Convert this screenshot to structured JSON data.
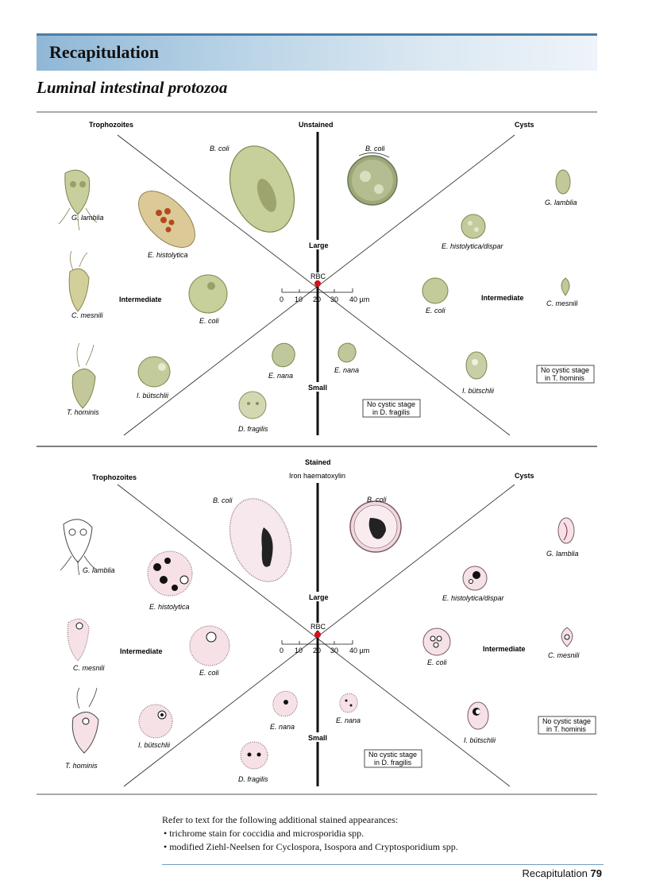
{
  "header": {
    "title": "Recapitulation",
    "subtitle": "Luminal intestinal protozoa"
  },
  "panels": [
    {
      "id": "unstained",
      "title": "Unstained",
      "subtitle": "",
      "labels": {
        "trophozoites": "Trophozoites",
        "cysts": "Cysts",
        "intermediate_left": "Intermediate",
        "intermediate_right": "Intermediate",
        "large": "Large",
        "small": "Small",
        "rbc": "RBC",
        "scale_ticks": [
          "0",
          "10",
          "20",
          "30",
          "40 µm"
        ]
      },
      "organisms": [
        {
          "label": "B. coli",
          "side": "troph"
        },
        {
          "label": "G. lamblia",
          "side": "troph"
        },
        {
          "label": "E. histolytica",
          "side": "troph"
        },
        {
          "label": "C. mesnili",
          "side": "troph"
        },
        {
          "label": "E. coli",
          "side": "troph"
        },
        {
          "label": "I. bütschlii",
          "side": "troph"
        },
        {
          "label": "T. hominis",
          "side": "troph"
        },
        {
          "label": "E. nana",
          "side": "troph"
        },
        {
          "label": "D. fragilis",
          "side": "troph"
        },
        {
          "label": "B. coli",
          "side": "cyst"
        },
        {
          "label": "G. lamblia",
          "side": "cyst"
        },
        {
          "label": "E. histolytica/dispar",
          "side": "cyst"
        },
        {
          "label": "E. coli",
          "side": "cyst"
        },
        {
          "label": "C. mesnili",
          "side": "cyst"
        },
        {
          "label": "E. nana",
          "side": "cyst"
        },
        {
          "label": "I. bütschlii",
          "side": "cyst"
        }
      ],
      "boxes": [
        {
          "line1": "No cystic stage",
          "line2": "in D. fragilis"
        },
        {
          "line1": "No cystic stage",
          "line2": "in T. hominis"
        }
      ]
    },
    {
      "id": "stained",
      "title": "Stained",
      "subtitle": "Iron haematoxylin",
      "labels": {
        "trophozoites": "Trophozoites",
        "cysts": "Cysts",
        "intermediate_left": "Intermediate",
        "intermediate_right": "Intermediate",
        "large": "Large",
        "small": "Small",
        "rbc": "RBC",
        "scale_ticks": [
          "0",
          "10",
          "20",
          "30",
          "40 µm"
        ]
      },
      "organisms": [
        {
          "label": "B. coli",
          "side": "troph"
        },
        {
          "label": "G. lamblia",
          "side": "troph"
        },
        {
          "label": "E. histolytica",
          "side": "troph"
        },
        {
          "label": "C. mesnili",
          "side": "troph"
        },
        {
          "label": "E. coli",
          "side": "troph"
        },
        {
          "label": "I. bütschlii",
          "side": "troph"
        },
        {
          "label": "T. hominis",
          "side": "troph"
        },
        {
          "label": "E. nana",
          "side": "troph"
        },
        {
          "label": "D. fragilis",
          "side": "troph"
        },
        {
          "label": "B. coli",
          "side": "cyst"
        },
        {
          "label": "G. lamblia",
          "side": "cyst"
        },
        {
          "label": "E. histolytica/dispar",
          "side": "cyst"
        },
        {
          "label": "E. coli",
          "side": "cyst"
        },
        {
          "label": "C. mesnili",
          "side": "cyst"
        },
        {
          "label": "E. nana",
          "side": "cyst"
        },
        {
          "label": "I. bütschlii",
          "side": "cyst"
        }
      ],
      "boxes": [
        {
          "line1": "No cystic stage",
          "line2": "in D. fragilis"
        },
        {
          "line1": "No cystic stage",
          "line2": "in T. hominis"
        }
      ]
    }
  ],
  "notes": {
    "intro": "Refer to text for the following additional stained appearances:",
    "bullets": [
      "trichrome stain for coccidia and microsporidia spp.",
      "modified Ziehl-Neelsen for Cyclospora, Isospora and Cryptosporidium spp."
    ]
  },
  "footer": {
    "section": "Recapitulation",
    "page": "79"
  }
}
